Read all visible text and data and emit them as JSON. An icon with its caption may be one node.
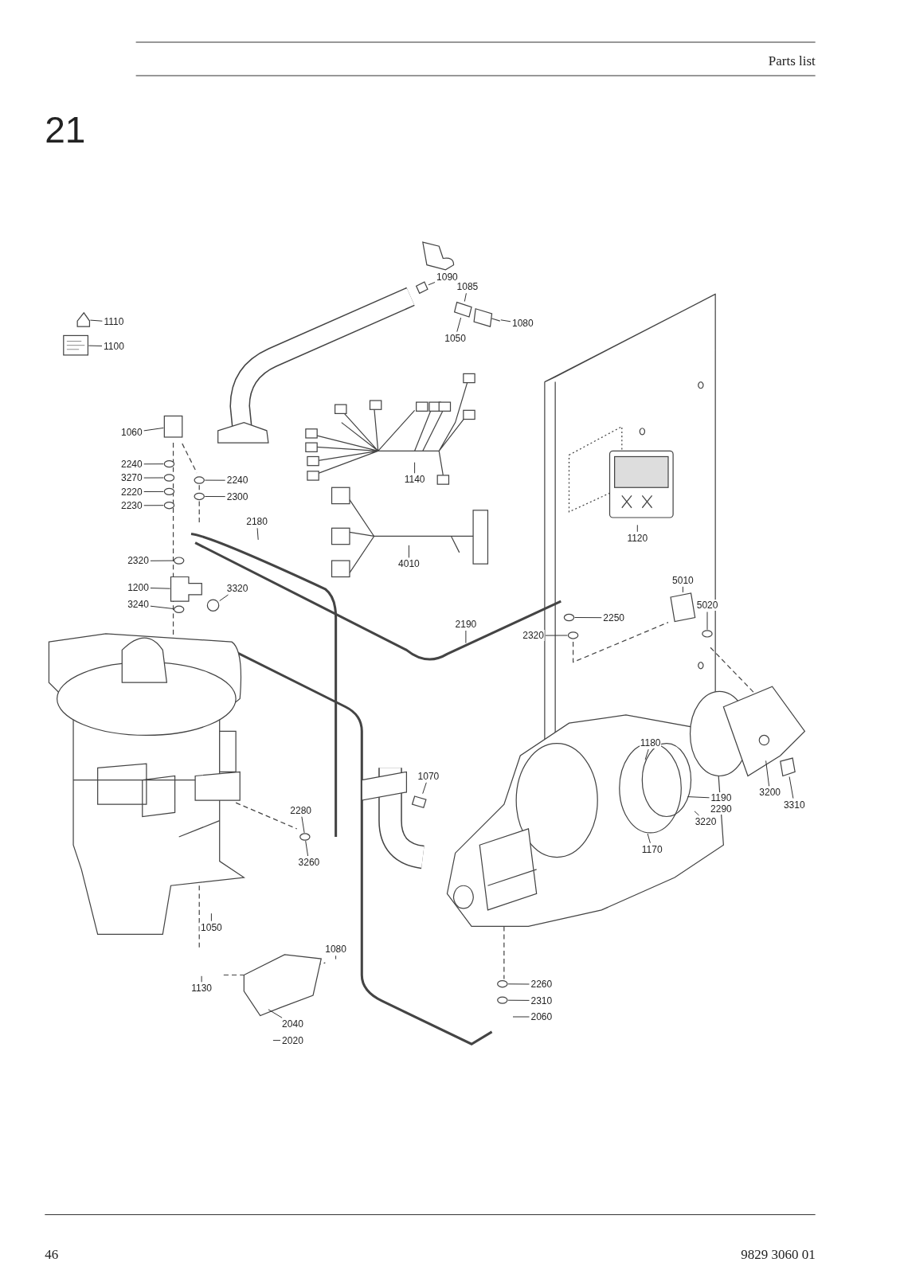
{
  "diagram": {
    "nodes": [
      {
        "text": [
          "1090"
        ]
      },
      {
        "text": [
          "1085"
        ]
      },
      {
        "text": [
          "1080"
        ]
      },
      {
        "text": [
          "1110"
        ]
      },
      {
        "text": [
          "1050"
        ]
      },
      {
        "text": [
          "1100"
        ]
      },
      {
        "text": [
          "1060"
        ]
      },
      {
        "text": [
          "2240"
        ]
      },
      {
        "text": [
          "3270"
        ]
      },
      {
        "text": [
          "2220"
        ]
      },
      {
        "text": [
          "2240"
        ]
      },
      {
        "text": [
          "2300"
        ]
      },
      {
        "text": [
          "2230"
        ]
      },
      {
        "text": [
          "1140"
        ]
      },
      {
        "text": [
          "2180"
        ]
      },
      {
        "text": [
          "1120"
        ]
      },
      {
        "text": [
          "4010"
        ]
      },
      {
        "text": [
          "2320"
        ]
      },
      {
        "text": [
          "1200"
        ]
      },
      {
        "text": [
          "3320"
        ]
      },
      {
        "text": [
          "3240"
        ]
      },
      {
        "text": [
          "5010"
        ]
      },
      {
        "text": [
          "5020"
        ]
      },
      {
        "text": [
          "2250"
        ]
      },
      {
        "text": [
          "2190"
        ]
      },
      {
        "text": [
          "2320"
        ]
      },
      {
        "text": [
          "1180"
        ]
      },
      {
        "text": [
          "1070"
        ]
      },
      {
        "text": [
          "3200"
        ]
      },
      {
        "text": [
          "1190"
        ]
      },
      {
        "text": [
          "3310"
        ]
      },
      {
        "text": [
          "2290"
        ]
      },
      {
        "text": [
          "2280"
        ]
      },
      {
        "text": [
          "3220"
        ]
      },
      {
        "text": [
          "1170"
        ]
      },
      {
        "text": [
          "3260"
        ]
      },
      {
        "text": [
          "1050"
        ]
      },
      {
        "text": [
          "1080"
        ]
      },
      {
        "text": [
          "1130"
        ]
      },
      {
        "text": [
          "2260"
        ]
      },
      {
        "text": [
          "2310"
        ]
      },
      {
        "text": [
          "2060"
        ]
      },
      {
        "text": [
          "2040"
        ]
      },
      {
        "text": [
          "2020"
        ]
      },
      {
        "text": [],
        "shape": "picture"
      },
      {
        "text": [],
        "shape": "picture"
      },
      {
        "text": [],
        "shape": "picture"
      },
      {
        "text": [],
        "shape": "picture"
      },
      {
        "text": [],
        "shape": "picture"
      },
      {
        "text": [],
        "shape": "box"
      },
      {
        "text": [],
        "shape": "circle"
      },
      {
        "text": [],
        "shape": "circle"
      },
      {
        "text": [],
        "shape": "circle"
      },
      {
        "text": [],
        "shape": "circle"
      },
      {
        "text": [],
        "shape": "circle"
      },
      {
        "text": [],
        "shape": "circle"
      },
      {
        "text": [],
        "shape": "circle"
      },
      {
        "text": [],
        "shape": "picture"
      },
      {
        "text": [],
        "shape": "circle"
      },
      {
        "text": [],
        "shape": "circle"
      },
      {
        "text": [],
        "shape": "picture"
      },
      {
        "text": [],
        "shape": "circle"
      },
      {
        "text": [],
        "shape": "circle"
      },
      {
        "text": [],
        "shape": "circle"
      },
      {
        "text": [],
        "shape": "picture"
      },
      {
        "text": [],
        "shape": "picture"
      },
      {
        "text": [],
        "shape": "circle"
      },
      {
        "text": [],
        "shape": "picture"
      },
      {
        "text": [],
        "shape": "circle"
      },
      {
        "text": [],
        "shape": "circle"
      }
    ],
    "edges": [
      {
        "from": 0,
        "to": 44,
        "arrow": "none"
      },
      {
        "from": 1,
        "to": 45,
        "arrow": "none"
      },
      {
        "from": 2,
        "to": 46,
        "arrow": "none"
      },
      {
        "from": 3,
        "to": 47,
        "arrow": "none"
      },
      {
        "from": 4,
        "to": 45,
        "arrow": "none"
      },
      {
        "from": 5,
        "to": 48,
        "arrow": "none"
      },
      {
        "from": 6,
        "to": 49,
        "arrow": "none"
      },
      {
        "from": 7,
        "to": 50,
        "arrow": "none"
      },
      {
        "from": 8,
        "to": 51,
        "arrow": "none"
      },
      {
        "from": 9,
        "to": 52,
        "arrow": "none"
      },
      {
        "from": 10,
        "to": 54,
        "arrow": "none"
      },
      {
        "from": 11,
        "to": 55,
        "arrow": "none"
      },
      {
        "from": 12,
        "to": 53,
        "arrow": "none"
      },
      {
        "from": 13,
        "to": null,
        "arrow": "none"
      },
      {
        "from": 14,
        "to": null,
        "arrow": "none"
      },
      {
        "from": 15,
        "to": null,
        "arrow": "none"
      },
      {
        "from": 16,
        "to": null,
        "arrow": "none"
      },
      {
        "from": 17,
        "to": 56,
        "arrow": "none"
      },
      {
        "from": 18,
        "to": 57,
        "arrow": "none"
      },
      {
        "from": 19,
        "to": 58,
        "arrow": "none"
      },
      {
        "from": 20,
        "to": 59,
        "arrow": "none"
      },
      {
        "from": 21,
        "to": 60,
        "arrow": "none"
      },
      {
        "from": 22,
        "to": 61,
        "arrow": "none"
      },
      {
        "from": 23,
        "to": 62,
        "arrow": "none"
      },
      {
        "from": 24,
        "to": null,
        "arrow": "none"
      },
      {
        "from": 25,
        "to": 63,
        "arrow": "none"
      },
      {
        "from": 26,
        "to": null,
        "arrow": "none"
      },
      {
        "from": 27,
        "to": null,
        "arrow": "none"
      },
      {
        "from": 28,
        "to": 64,
        "arrow": "none"
      },
      {
        "from": 29,
        "to": null,
        "arrow": "none"
      },
      {
        "from": 30,
        "to": 65,
        "arrow": "none"
      },
      {
        "from": 32,
        "to": 66,
        "arrow": "none"
      },
      {
        "from": 33,
        "to": null,
        "arrow": "none"
      },
      {
        "from": 34,
        "to": null,
        "arrow": "none"
      },
      {
        "from": 35,
        "to": 66,
        "arrow": "none"
      },
      {
        "from": 36,
        "to": null,
        "arrow": "none"
      },
      {
        "from": 37,
        "to": null,
        "arrow": "none"
      },
      {
        "from": 38,
        "to": null,
        "arrow": "none"
      },
      {
        "from": 39,
        "to": 68,
        "arrow": "none"
      },
      {
        "from": 40,
        "to": 69,
        "arrow": "none"
      },
      {
        "from": 41,
        "to": null,
        "arrow": "none"
      },
      {
        "from": 42,
        "to": 67,
        "arrow": "none"
      },
      {
        "from": 43,
        "to": null,
        "arrow": "none"
      }
    ],
    "labels": [
      "Parts list",
      "21",
      "46",
      "9829 3060 01"
    ]
  }
}
